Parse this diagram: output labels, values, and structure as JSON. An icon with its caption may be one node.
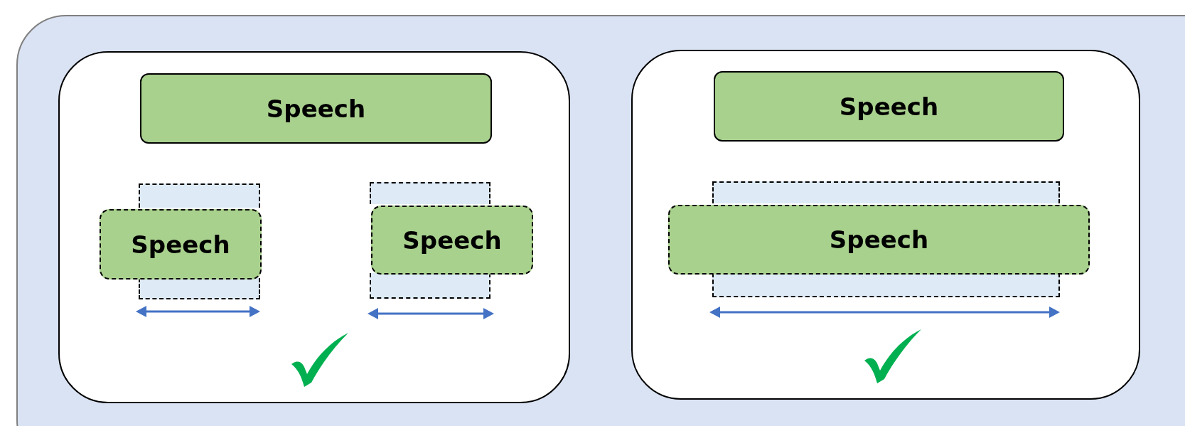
{
  "diagram": {
    "nodes": [
      {
        "text": [],
        "shape": "box"
      },
      {
        "text": [],
        "shape": "box",
        "in": 0
      },
      {
        "text": [],
        "shape": "box",
        "in": 0
      },
      {
        "text": [
          "Speech"
        ],
        "in": 1
      },
      {
        "text": [
          "Speech"
        ],
        "in": 1
      },
      {
        "text": [
          "Speech"
        ],
        "in": 1
      },
      {
        "text": [
          "Speech"
        ],
        "in": 2
      },
      {
        "text": [
          "Speech"
        ],
        "in": 2
      }
    ]
  }
}
